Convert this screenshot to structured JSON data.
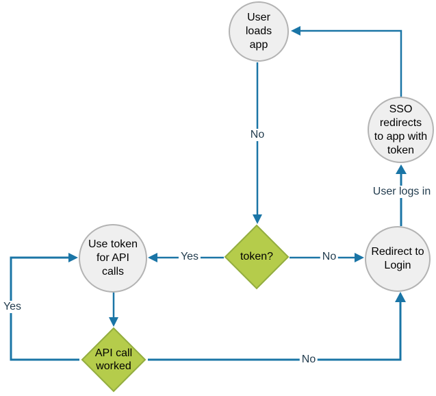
{
  "colors": {
    "line-color": "#1a75a6",
    "node-fill": "#efefef",
    "node-stroke": "#b3b3b3",
    "decision-fill": "#b5cc4b",
    "decision-stroke": "#93ad40",
    "node-text-color": "#000000",
    "edge-label-color": "#223c4e"
  },
  "diagram": {
    "type": "flowchart",
    "nodes": {
      "user_loads_app": {
        "shape": "circle",
        "label": "User\nloads\napp"
      },
      "sso_redirect": {
        "shape": "circle",
        "label": "SSO\nredirects\nto app with\ntoken"
      },
      "token_decision": {
        "shape": "decision",
        "label": "token?"
      },
      "use_token": {
        "shape": "circle",
        "label": "Use token\nfor API\ncalls"
      },
      "redirect_login": {
        "shape": "circle",
        "label": "Redirect to\nLogin"
      },
      "api_call_worked": {
        "shape": "decision",
        "label": "API call\nworked"
      }
    },
    "edge_labels": {
      "no_load_to_token": "No",
      "yes_token_to_use": "Yes",
      "no_token_to_login": "No",
      "yes_api_loop": "Yes",
      "no_api_loop": "No",
      "user_logs_in": "User logs in"
    }
  }
}
